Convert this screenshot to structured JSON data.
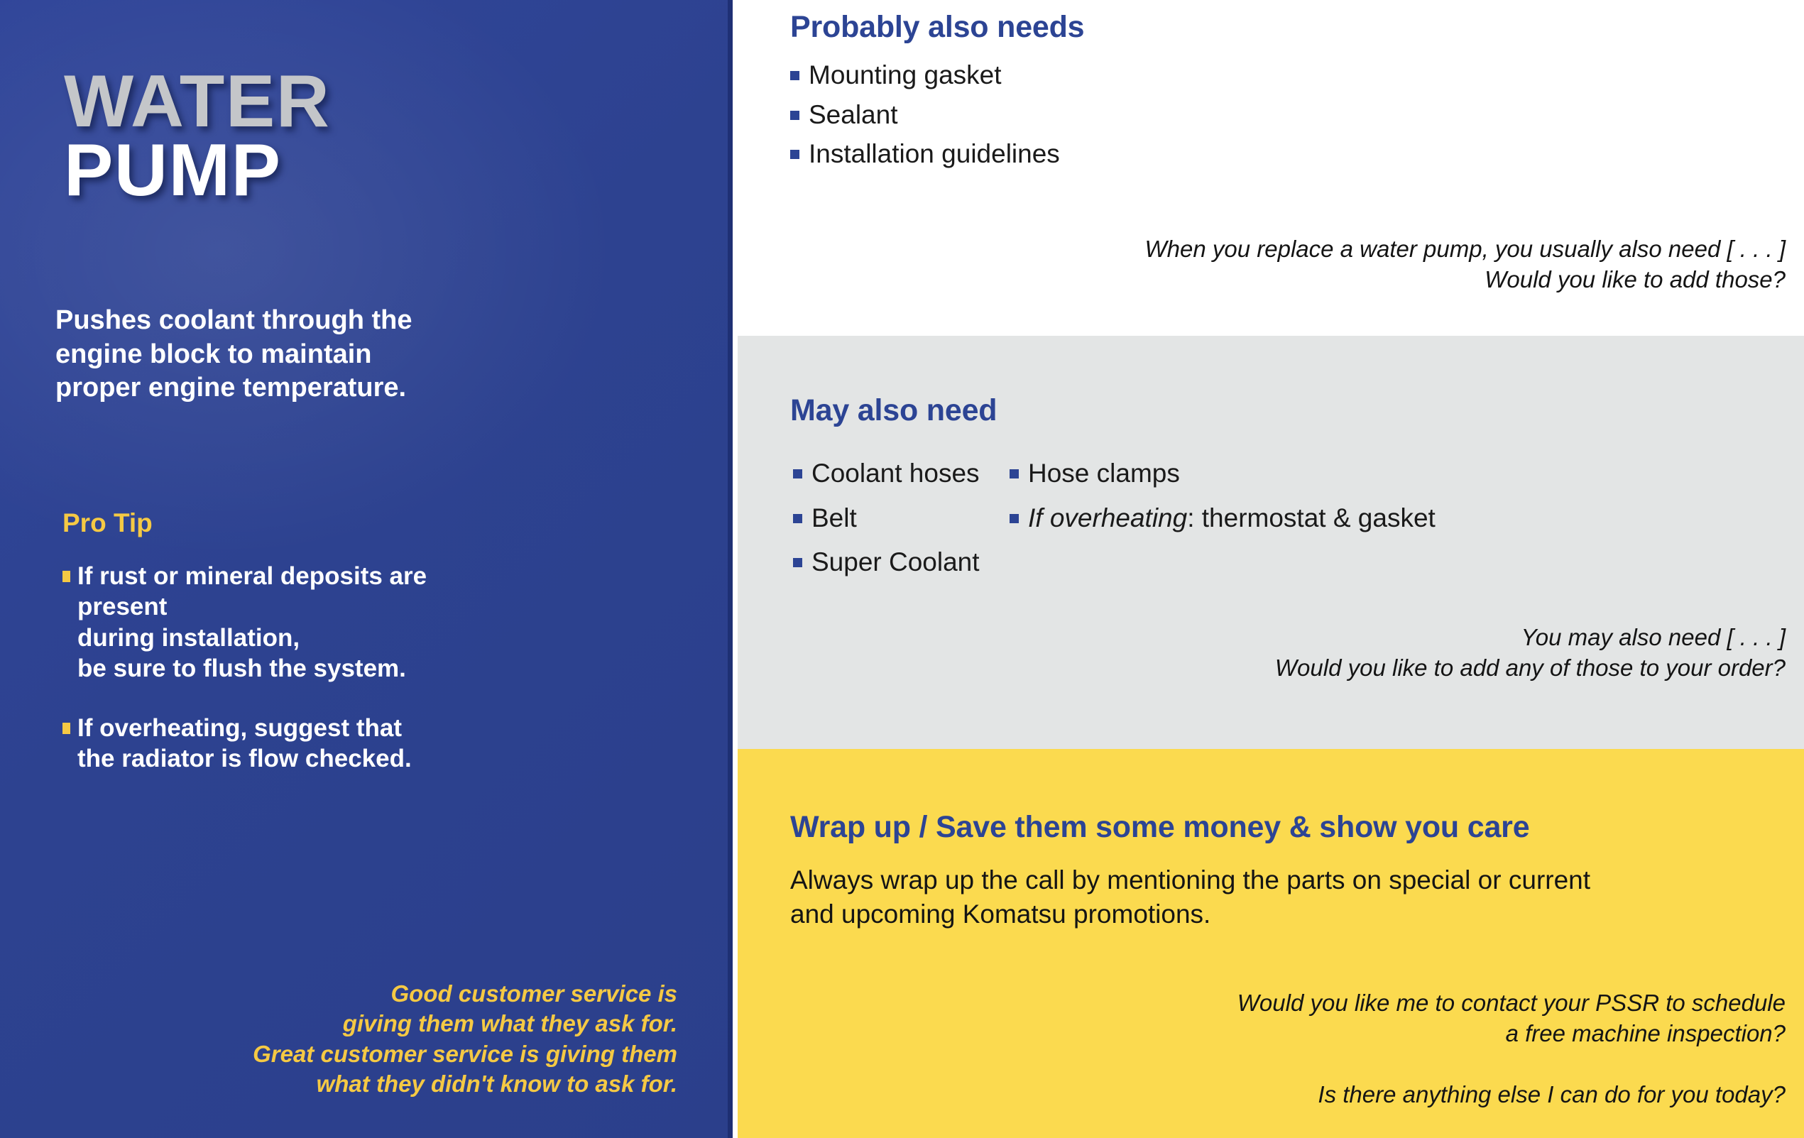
{
  "title": {
    "word1": "WATER",
    "word2": "PUMP"
  },
  "left_panel": {
    "lead": "Pushes coolant through the engine block to maintain proper engine temperature.",
    "pro_tip_heading": "Pro Tip",
    "pro_tips": [
      "If rust or mineral deposits are present\nduring installation,\nbe sure to flush the system.",
      "If overheating, suggest that\nthe radiator is flow checked."
    ],
    "quote_lines": [
      "Good customer service is",
      "giving them what they ask for.",
      "Great customer service is giving them",
      "what they didn't know to ask for."
    ]
  },
  "sections": {
    "probably": {
      "heading": "Probably also needs",
      "items": [
        "Mounting gasket",
        "Sealant",
        "Installation guidelines"
      ],
      "script": [
        "When you replace a water pump, you usually also need [ . . . ]",
        "Would you like to add those?"
      ]
    },
    "may": {
      "heading": "May also need",
      "column_left": [
        "Coolant hoses",
        "Belt",
        "Super Coolant"
      ],
      "column_right_plain": [
        "Hose clamps"
      ],
      "column_right_mixed": {
        "italic": "If overheating",
        "rest": ": thermostat & gasket"
      },
      "script": [
        "You may also need [ . . . ]",
        "Would you like to add any of those to your order?"
      ]
    },
    "wrap": {
      "heading": "Wrap up / Save them some money & show you care",
      "body": [
        "Always wrap up the call by mentioning the parts on special or current",
        "and upcoming Komatsu promotions."
      ],
      "script_a": [
        "Would you like me to contact your PSSR to schedule",
        "a free machine inspection?"
      ],
      "script_b": [
        "Is there anything else I can do for you today?"
      ]
    }
  },
  "colors": {
    "brand_blue": "#2c4494",
    "panel_blue": "#2e4390",
    "accent_gold": "#f5c944",
    "section_yellow": "#fbda4f",
    "section_gray": "#e3e5e5",
    "title_gray": "#c4c6c9"
  }
}
